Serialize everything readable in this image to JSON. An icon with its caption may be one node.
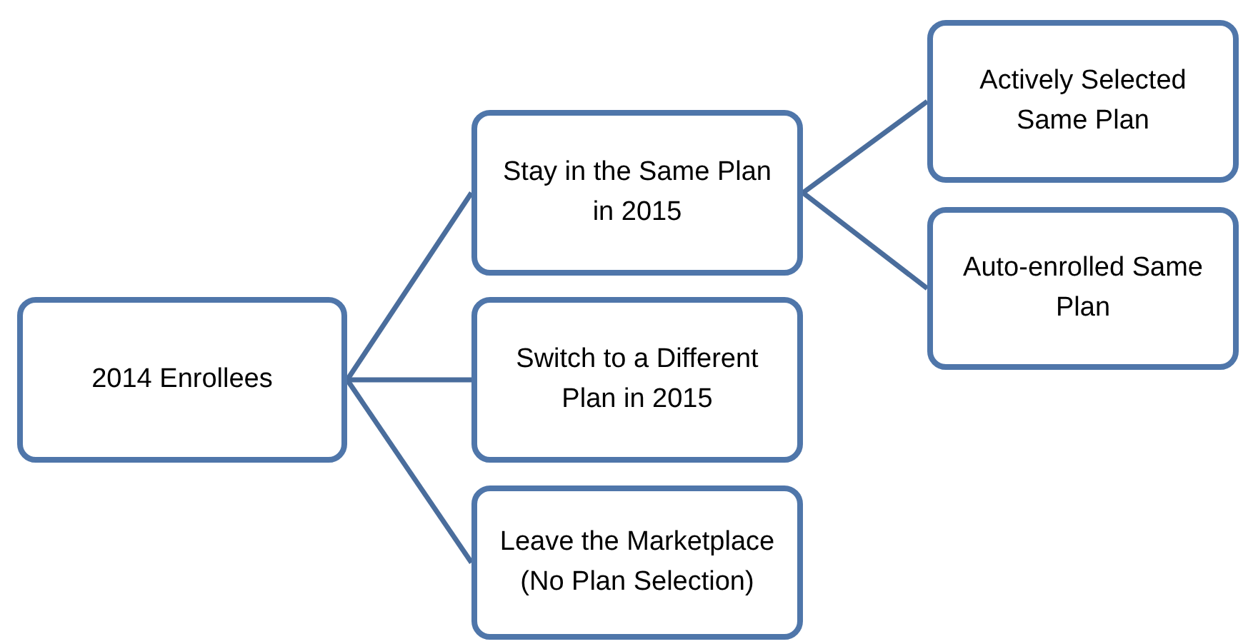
{
  "diagram": {
    "nodes": [
      {
        "text": [
          "2014 Enrollees"
        ]
      },
      {
        "text": [
          "Stay in the Same Plan in 2015"
        ]
      },
      {
        "text": [
          "Switch to a Different Plan in 2015"
        ]
      },
      {
        "text": [
          "Leave the Marketplace",
          "(No Plan Selection)"
        ]
      },
      {
        "text": [
          "Actively Selected Same Plan"
        ]
      },
      {
        "text": [
          "Auto-enrolled Same Plan"
        ]
      }
    ],
    "edges": [
      {
        "from": 0,
        "to": 1,
        "arrow": "none"
      },
      {
        "from": 0,
        "to": 2,
        "arrow": "none"
      },
      {
        "from": 0,
        "to": 3,
        "arrow": "none"
      },
      {
        "from": 1,
        "to": 4,
        "arrow": "none"
      },
      {
        "from": 1,
        "to": 5,
        "arrow": "none"
      }
    ]
  }
}
